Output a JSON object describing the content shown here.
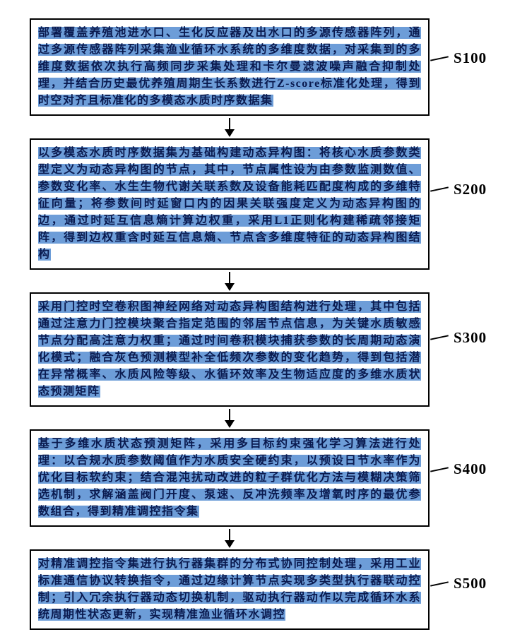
{
  "colors": {
    "highlight_blue": "#6d9dd8",
    "text_on_highlight": "#0a1a4f",
    "line_black": "#000000",
    "page_background": "#ffffff"
  },
  "steps": [
    {
      "id": "S100",
      "text": "部署覆盖养殖池进水口、生化反应器及出水口的多源传感器阵列，通过多源传感器阵列采集渔业循环水系统的多维度数据，对采集到的多维度数据依次执行高频同步采集处理和卡尔曼滤波噪声融合抑制处理，并结合历史最优养殖周期生长系数进行Z-score标准化处理，得到时空对齐且标准化的多模态水质时序数据集"
    },
    {
      "id": "S200",
      "text": "以多模态水质时序数据集为基础构建动态异构图：将核心水质参数类型定义为动态异构图的节点，其中，节点属性设为由参数监测数值、参数变化率、水生生物代谢关联系数及设备能耗匹配度构成的多维特征向量；将参数间时延窗口内的因果关联强度定义为动态异构图的边，通过时延互信息熵计算边权重，采用L1正则化构建稀疏邻接矩阵，得到边权重含时延互信息熵、节点含多维度特征的动态异构图结构"
    },
    {
      "id": "S300",
      "text": "采用门控时空卷积图神经网络对动态异构图结构进行处理，其中包括通过注意力门控模块聚合指定范围的邻居节点信息，为关键水质敏感节点分配高注意力权重；通过时间卷积模块捕获参数的长周期动态演化模式；融合灰色预测模型补全低频次参数的变化趋势，得到包括潜在异常概率、水质风险等级、水循环效率及生物适应度的多维水质状态预测矩阵"
    },
    {
      "id": "S400",
      "text": "基于多维水质状态预测矩阵，采用多目标约束强化学习算法进行处理：以合规水质参数阈值作为水质安全硬约束，以预设日节水率作为优化目标软约束；结合混沌扰动改进的粒子群优化方法与模糊决策筛选机制，求解涵盖阀门开度、泵速、反冲洗频率及增氧时序的最优参数组合，得到精准调控指令集"
    },
    {
      "id": "S500",
      "text": "对精准调控指令集进行执行器集群的分布式协同控制处理，采用工业标准通信协议转换指令，通过边缘计算节点实现多类型执行器联动控制；引入冗余执行器动态切换机制，驱动执行器动作以完成循环水系统周期性状态更新，实现精准渔业循环水调控"
    }
  ]
}
